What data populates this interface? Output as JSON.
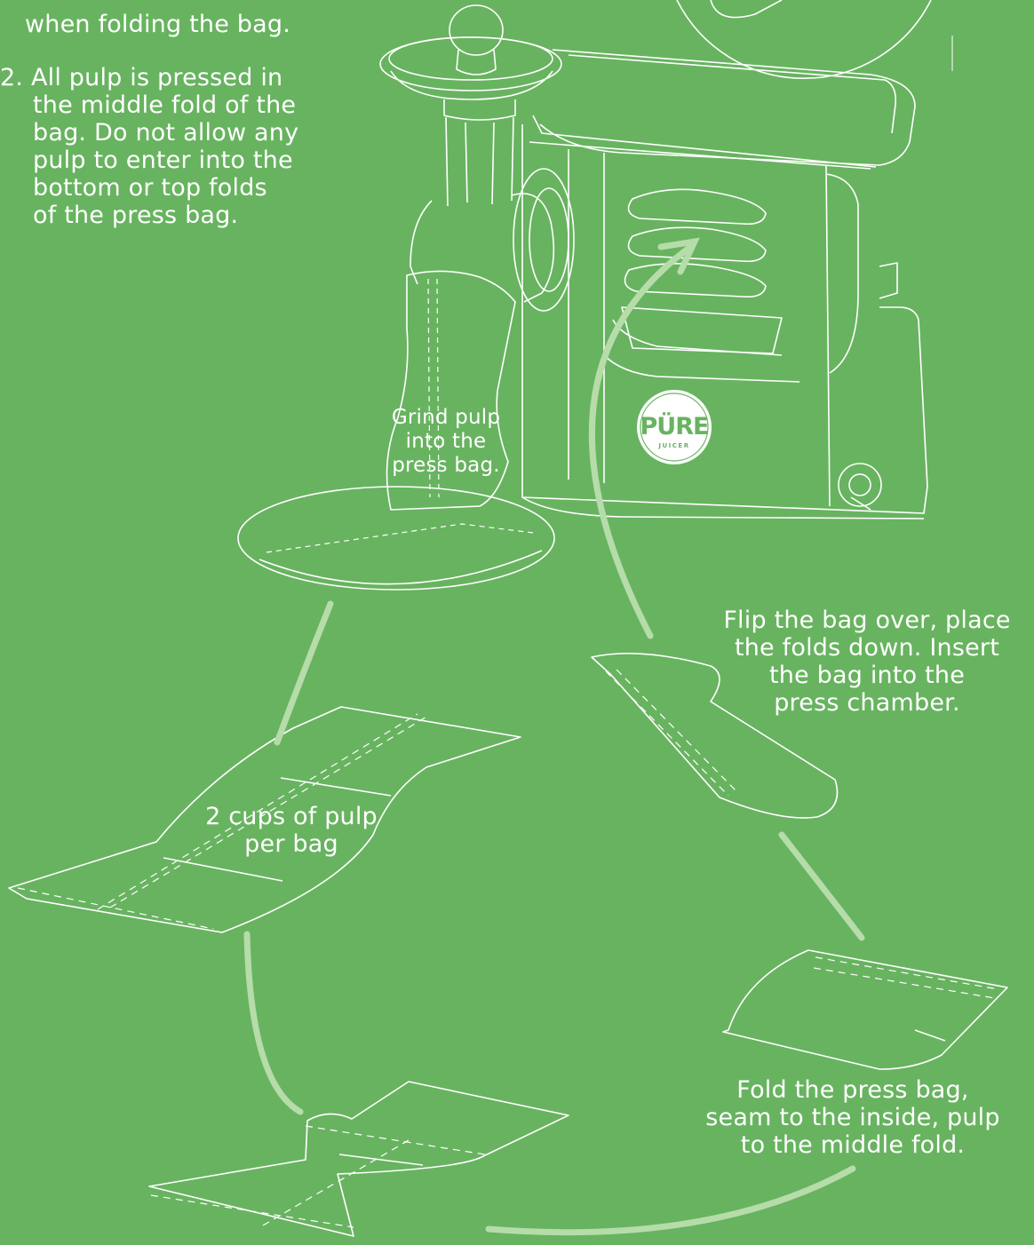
{
  "colors": {
    "background": "#68b360",
    "line_art": "#ffffff",
    "arrow": "#b6dcaa",
    "text": "#ffffff"
  },
  "notes": {
    "note1_line": "when folding the bag.",
    "note2_lines": [
      "2. All pulp is pressed in",
      "the middle fold of the",
      "bag. Do not allow any",
      "pulp to enter into the",
      "bottom or top folds",
      "of the press bag."
    ]
  },
  "steps": {
    "grind_lines": [
      "Grind pulp",
      "into the",
      "press bag."
    ],
    "cups_lines": [
      "2 cups of pulp",
      "per bag"
    ],
    "flip_lines": [
      "Flip the bag over, place",
      "the folds down. Insert",
      "the bag into the",
      "press chamber."
    ],
    "fold_lines": [
      "Fold the press bag,",
      "seam to the inside, pulp",
      "to the middle fold."
    ]
  },
  "logo": {
    "brand": "PÜRE",
    "sub": "JUICER"
  },
  "icons": [
    "juicer-illustration",
    "press-bag-icon",
    "flow-arrow-icon"
  ]
}
